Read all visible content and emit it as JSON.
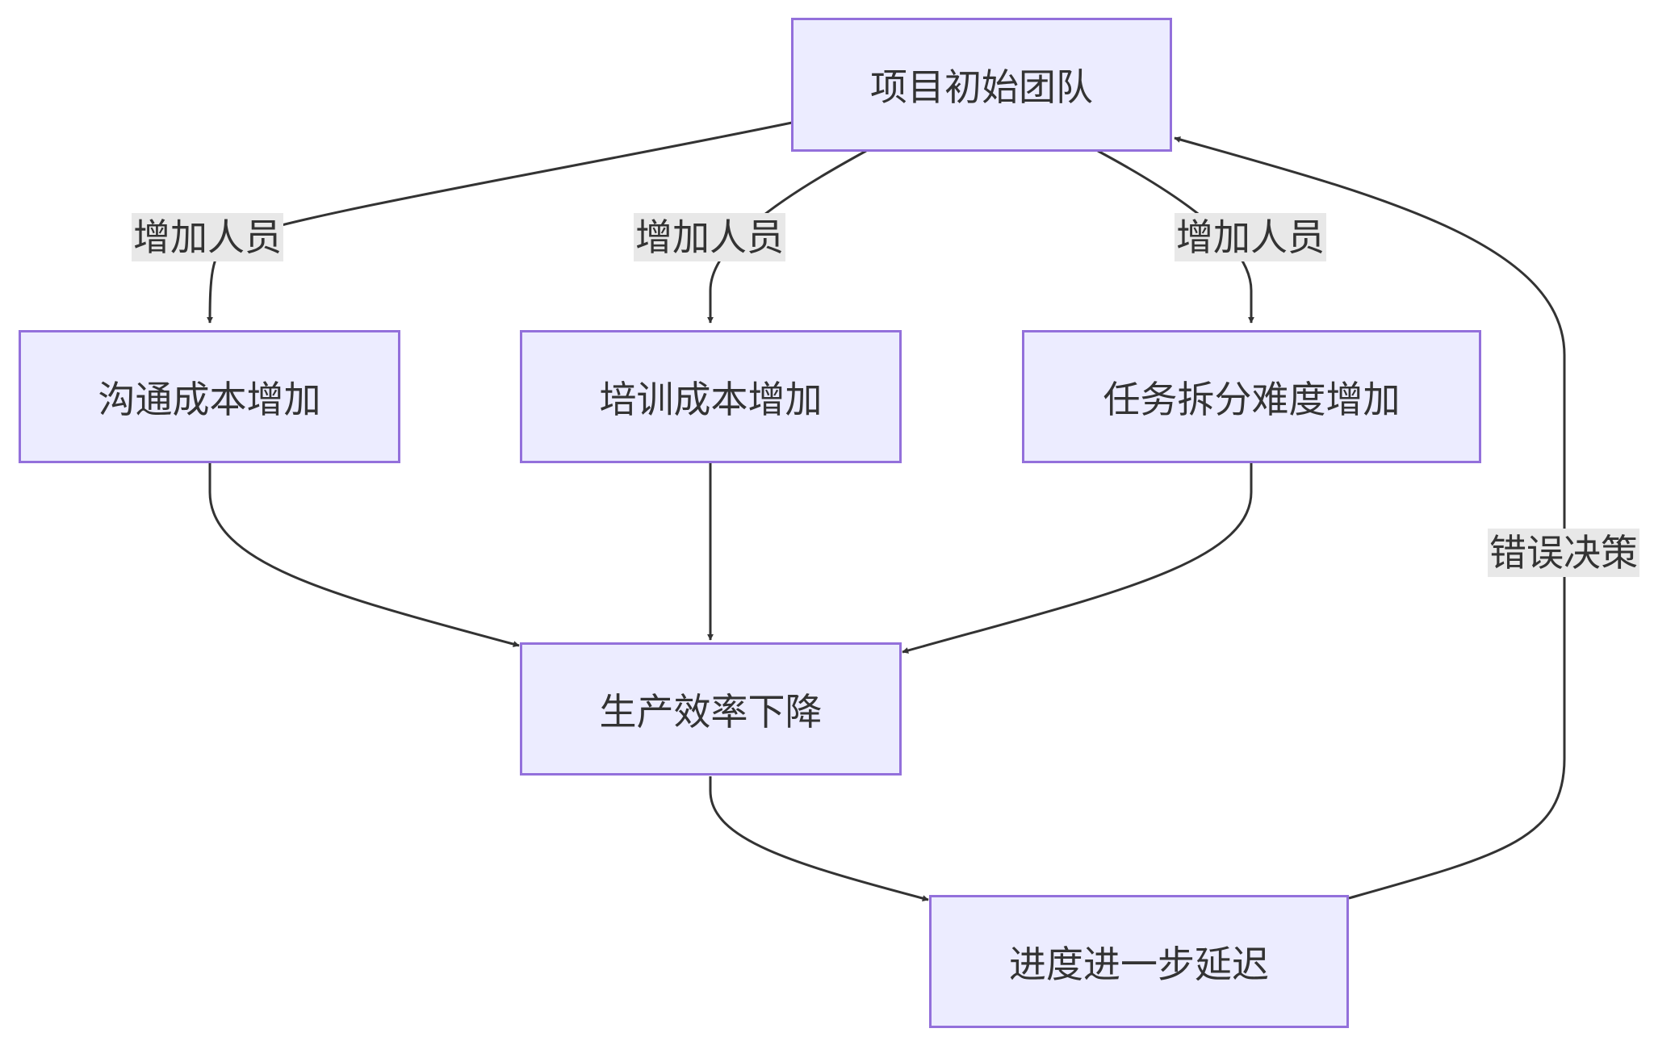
{
  "nodes": {
    "initial_team": "项目初始团队",
    "communication_cost": "沟通成本增加",
    "training_cost": "培训成本增加",
    "task_split": "任务拆分难度增加",
    "productivity_drop": "生产效率下降",
    "schedule_delay": "进度进一步延迟"
  },
  "edges": {
    "add_people_1": "增加人员",
    "add_people_2": "增加人员",
    "add_people_3": "增加人员",
    "wrong_decision": "错误决策"
  },
  "colors": {
    "node_fill": "#ececff",
    "node_border": "#9370db",
    "edge_stroke": "#333333",
    "label_bg": "#e8e8e8",
    "text": "#333333"
  }
}
